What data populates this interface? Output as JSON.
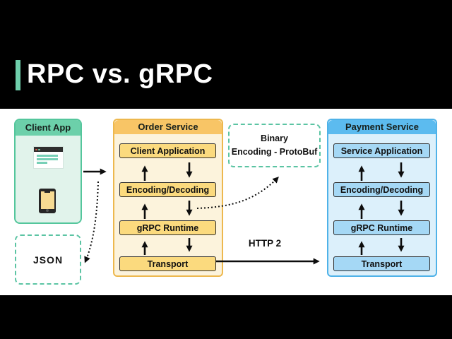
{
  "title": "RPC vs. gRPC",
  "client_app": {
    "title": "Client App",
    "icons": [
      "browser-window-icon",
      "smartphone-icon"
    ]
  },
  "json_box": {
    "label": "JSON"
  },
  "order_service": {
    "title": "Order Service",
    "layers": [
      "Client Application",
      "Encoding/Decoding",
      "gRPC Runtime",
      "Transport"
    ]
  },
  "binary_box": {
    "line1": "Binary",
    "line2": "Encoding - ProtoBuf"
  },
  "payment_service": {
    "title": "Payment Service",
    "layers": [
      "Service Application",
      "Encoding/Decoding",
      "gRPC Runtime",
      "Transport"
    ]
  },
  "labels": {
    "http2": "HTTP 2"
  },
  "colors": {
    "accent_teal": "#6FCFAC",
    "client_green": "#6CD0AA",
    "order_yellow": "#F8C566",
    "payment_blue": "#5CBBEF",
    "dashed_teal": "#5BC4A3",
    "letterbox": "#000000"
  }
}
